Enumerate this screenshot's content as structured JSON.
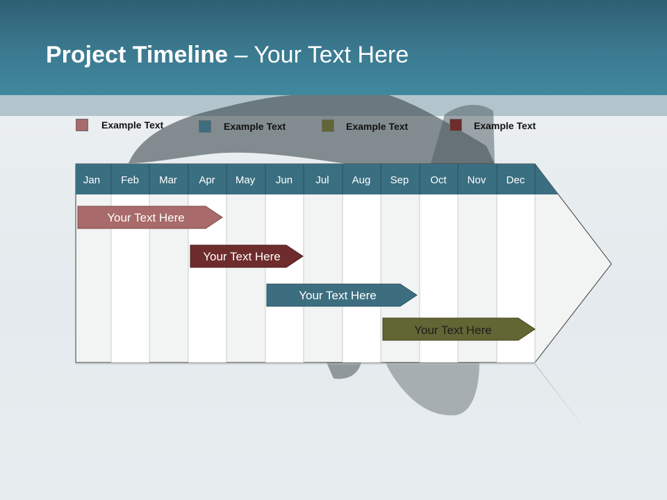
{
  "title": {
    "bold": "Project Timeline",
    "rest": " – Your Text Here"
  },
  "legend": [
    {
      "label": "Example Text",
      "color": "#a86a6a"
    },
    {
      "label": "Example Text",
      "color": "#3c6e80"
    },
    {
      "label": "Example Text",
      "color": "#626534"
    },
    {
      "label": "Example Text",
      "color": "#6e2c2c"
    }
  ],
  "months": [
    "Jan",
    "Feb",
    "Mar",
    "Apr",
    "May",
    "Jun",
    "Jul",
    "Aug",
    "Sep",
    "Oct",
    "Nov",
    "Dec"
  ],
  "colors": {
    "header": "#3b7a90",
    "month_band": "#3a6e81"
  },
  "bars": [
    {
      "label": "Your  Text Here",
      "color": "#a86a6a"
    },
    {
      "label": "Your  Text Here",
      "color": "#6e2c2c"
    },
    {
      "label": "Your  Text Here",
      "color": "#3c6e80"
    },
    {
      "label": "Your  Text Here",
      "color": "#626534"
    }
  ]
}
